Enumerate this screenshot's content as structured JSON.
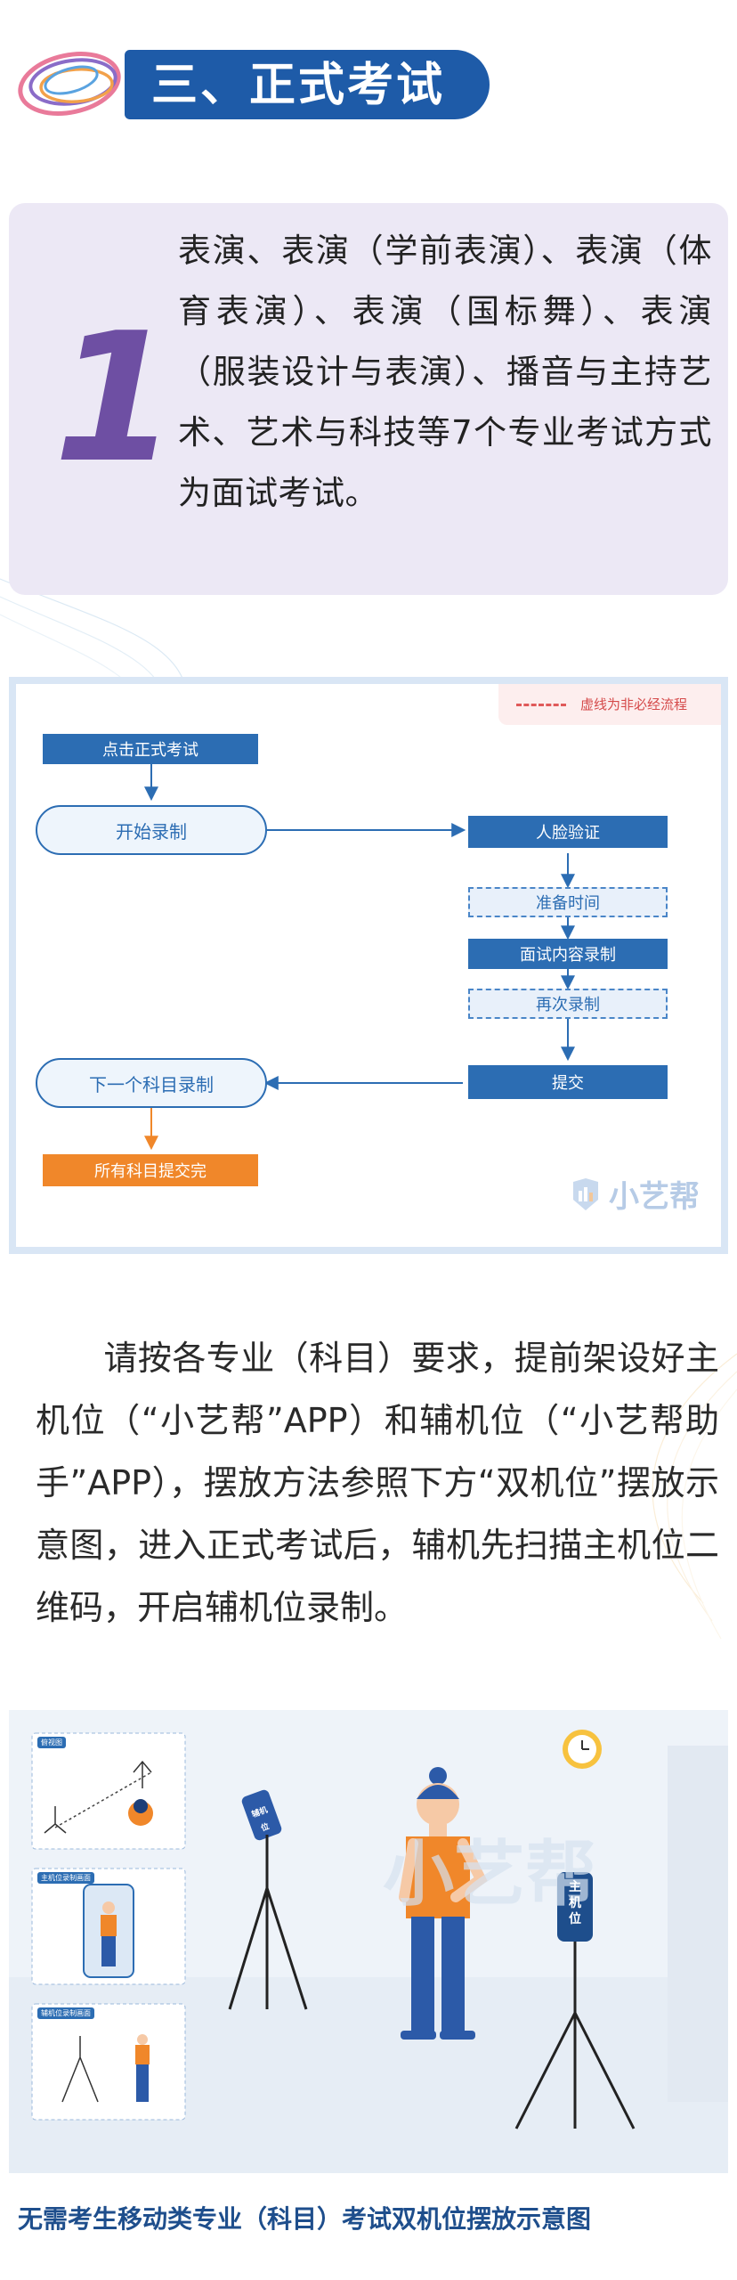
{
  "header": {
    "title": "三、正式考试"
  },
  "card": {
    "number": "1",
    "text": "表演、表演（学前表演）、表演（体育表演）、表演（国标舞）、表演（服装设计与表演）、播音与主持艺术、艺术与科技等7个专业考试方式为面试考试。"
  },
  "flowchart": {
    "legend": "虚线为非必经流程",
    "nodes": {
      "click_exam": "点击正式考试",
      "start_record": "开始录制",
      "face_verify": "人脸验证",
      "prepare_time": "准备时间",
      "interview_record": "面试内容录制",
      "re_record": "再次录制",
      "submit": "提交",
      "next_subject": "下一个科目录制",
      "all_done": "所有科目提交完"
    },
    "watermark": "小艺帮"
  },
  "paragraph": "请按各专业（科目）要求，提前架设好主机位（“小艺帮”APP）和辅机位（“小艺帮助手”APP），摆放方法参照下方“双机位”摆放示意图，进入正式考试后，辅机先扫描主机位二维码，开启辅机位录制。",
  "illustration": {
    "panel_labels": [
      "俯视图",
      "主机位录制画面",
      "辅机位录制画面"
    ],
    "aux_stand_label": "辅机位",
    "main_stand_label": "主机位",
    "watermark": "小艺帮",
    "caption": "无需考生移动类专业（科目）考试双机位摆放示意图"
  },
  "colors": {
    "primary_blue": "#2c6db3",
    "header_blue": "#1e5ba8",
    "purple": "#6e4fa3",
    "orange": "#f0872a",
    "card_bg": "#ece8f5"
  }
}
